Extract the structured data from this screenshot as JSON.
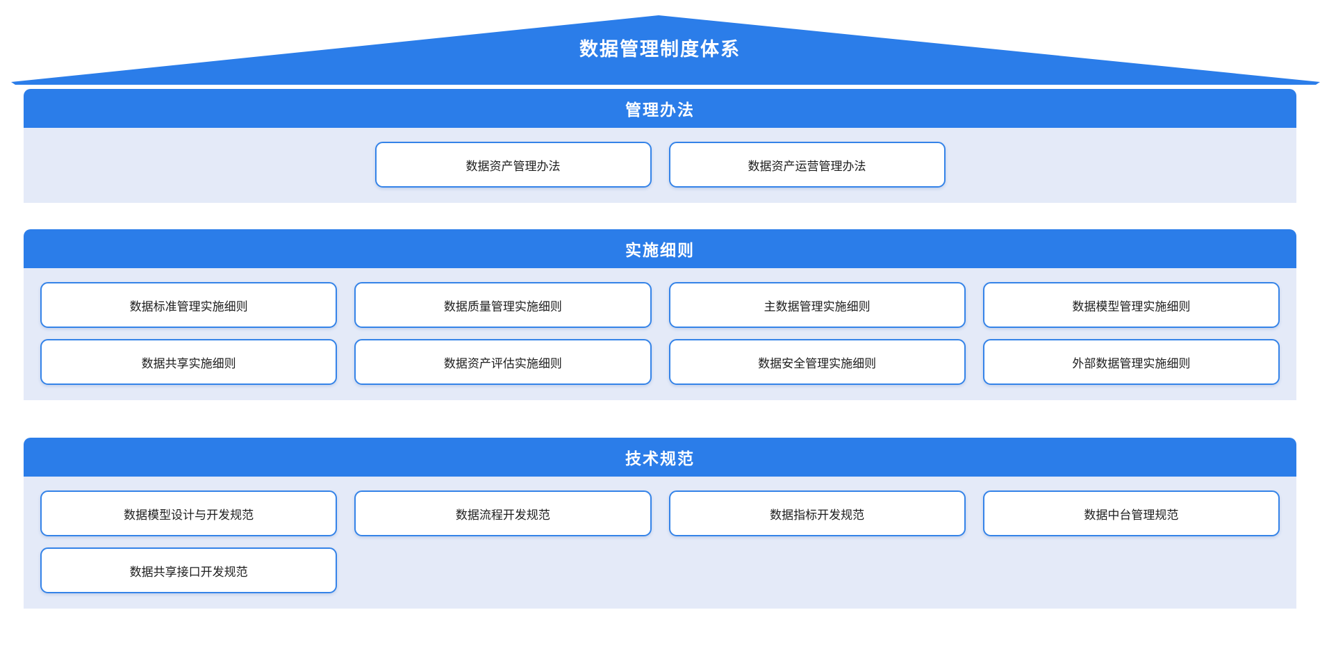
{
  "diagram": {
    "title": "数据管理制度体系",
    "colors": {
      "accent_blue": "#2b7de9",
      "card_border": "#3483e8",
      "section_body_bg": "#e4eaf8",
      "card_bg": "#ffffff",
      "title_text": "#ffffff",
      "card_text": "#1d1d1d",
      "page_bg": "#ffffff"
    },
    "sections": [
      {
        "header": "管理办法",
        "cards": [
          "数据资产管理办法",
          "数据资产运营管理办法"
        ]
      },
      {
        "header": "实施细则",
        "cards": [
          "数据标准管理实施细则",
          "数据质量管理实施细则",
          "主数据管理实施细则",
          "数据模型管理实施细则",
          "数据共享实施细则",
          "数据资产评估实施细则",
          "数据安全管理实施细则",
          "外部数据管理实施细则"
        ]
      },
      {
        "header": "技术规范",
        "cards": [
          "数据模型设计与开发规范",
          "数据流程开发规范",
          "数据指标开发规范",
          "数据中台管理规范",
          "数据共享接口开发规范"
        ]
      }
    ]
  }
}
